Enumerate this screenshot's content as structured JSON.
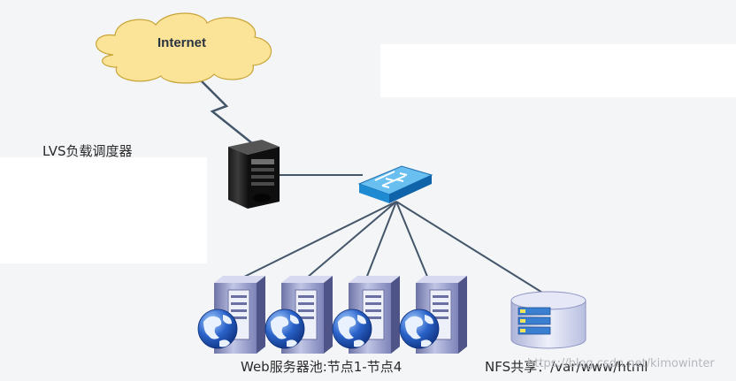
{
  "cloud_label": "Internet",
  "lvs_label": "LVS负载调度器",
  "web_pool_label": "Web服务器池:节点1-节点4",
  "nfs_label": "NFS共享：/var/www/html",
  "watermark": "https://blog.csdn.net/kimowinter",
  "colors": {
    "cloud_fill": "#fbe397",
    "cloud_stroke": "#c8a437",
    "link_line": "#44566a",
    "switch_blue": "#1e8ad2",
    "server_purple": "#9da4cc",
    "globe_blue": "#2a62c9"
  },
  "nodes": [
    {
      "id": "internet",
      "icon": "cloud-icon"
    },
    {
      "id": "lvs",
      "icon": "tower-server-icon"
    },
    {
      "id": "switch",
      "icon": "network-switch-icon"
    },
    {
      "id": "web1",
      "icon": "web-server-globe-icon"
    },
    {
      "id": "web2",
      "icon": "web-server-globe-icon"
    },
    {
      "id": "web3",
      "icon": "web-server-globe-icon"
    },
    {
      "id": "web4",
      "icon": "web-server-globe-icon"
    },
    {
      "id": "nfs",
      "icon": "storage-database-icon"
    }
  ],
  "links": [
    {
      "from": "internet",
      "to": "lvs",
      "style": "lightning"
    },
    {
      "from": "lvs",
      "to": "switch",
      "style": "straight"
    },
    {
      "from": "switch",
      "to": "web1",
      "style": "straight"
    },
    {
      "from": "switch",
      "to": "web2",
      "style": "straight"
    },
    {
      "from": "switch",
      "to": "web3",
      "style": "straight"
    },
    {
      "from": "switch",
      "to": "web4",
      "style": "straight"
    },
    {
      "from": "switch",
      "to": "nfs",
      "style": "straight"
    }
  ]
}
